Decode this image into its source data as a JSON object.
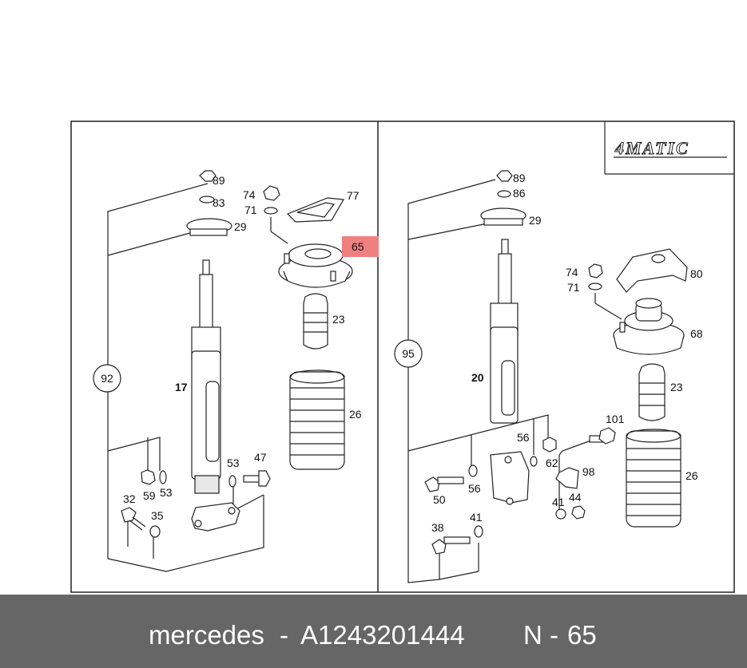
{
  "badge": "4MATIC",
  "highlight_color": "#f08080",
  "left_panel": {
    "group": "92",
    "parts": {
      "p89": "89",
      "p83": "83",
      "p29": "29",
      "p74": "74",
      "p71": "71",
      "p77": "77",
      "p65": "65",
      "p23": "23",
      "p17": "17",
      "p26": "26",
      "p53a": "53",
      "p47": "47",
      "p59": "59",
      "p53b": "53",
      "p32": "32",
      "p35": "35"
    }
  },
  "right_panel": {
    "group": "95",
    "parts": {
      "p89": "89",
      "p86": "86",
      "p29": "29",
      "p74": "74",
      "p71": "71",
      "p80": "80",
      "p68": "68",
      "p23": "23",
      "p20": "20",
      "p101": "101",
      "p56a": "56",
      "p62": "62",
      "p50": "50",
      "p56b": "56",
      "p98": "98",
      "p41a": "41",
      "p44": "44",
      "p26": "26",
      "p38": "38",
      "p41b": "41"
    }
  },
  "footer": {
    "brand": "mercedes",
    "sep1": "-",
    "part_number": "A1243201444",
    "n_prefix": "N",
    "sep2": "-",
    "n_value": "65"
  }
}
